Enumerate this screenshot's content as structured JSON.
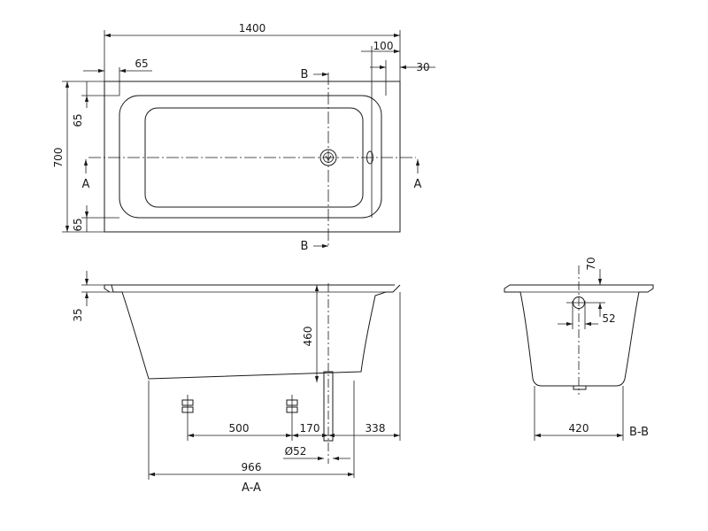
{
  "drawing": {
    "top_view": {
      "width": "1400",
      "overflow_offset": "100",
      "rim_offset": "30",
      "inner_offset_x": "65",
      "depth": "700",
      "inner_offset_top": "65",
      "inner_offset_bottom": "65",
      "section_bb_top": "B",
      "section_bb_bottom": "B",
      "section_aa_left": "A",
      "section_aa_right": "A"
    },
    "section_aa": {
      "rim_height": "35",
      "inner_depth": "460",
      "foot_spacing": "500",
      "drain_offset": "170",
      "drain_to_end": "338",
      "drain_diameter": "Ø52",
      "base_length": "966",
      "label": "A-A"
    },
    "section_bb": {
      "overflow_height": "70",
      "overflow_size": "52",
      "base_width": "420",
      "label": "B-B"
    }
  }
}
